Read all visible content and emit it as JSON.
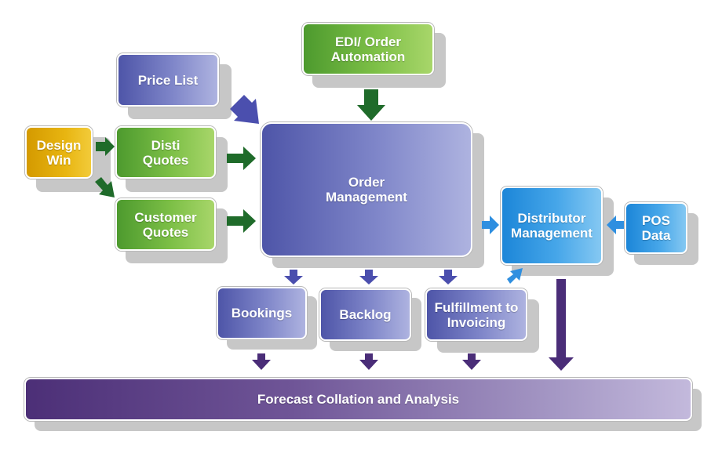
{
  "nodes": {
    "price_list": "Price List",
    "edi": "EDI/ Order\nAutomation",
    "design_win": "Design\nWin",
    "disti_quotes": "Disti\nQuotes",
    "customer_quotes": "Customer\nQuotes",
    "order_management": "Order\nManagement",
    "distributor_management": "Distributor\nManagement",
    "pos_data": "POS\nData",
    "bookings": "Bookings",
    "backlog": "Backlog",
    "fulfillment": "Fulfillment to\nInvoicing",
    "forecast": "Forecast Collation and Analysis"
  },
  "colors": {
    "dark_green_arrow": "#1f6b2a",
    "dark_purple_arrow": "#4a2d78",
    "light_blue_arrow": "#2f8fe0",
    "medium_blue_arrow": "#4b4fae"
  }
}
